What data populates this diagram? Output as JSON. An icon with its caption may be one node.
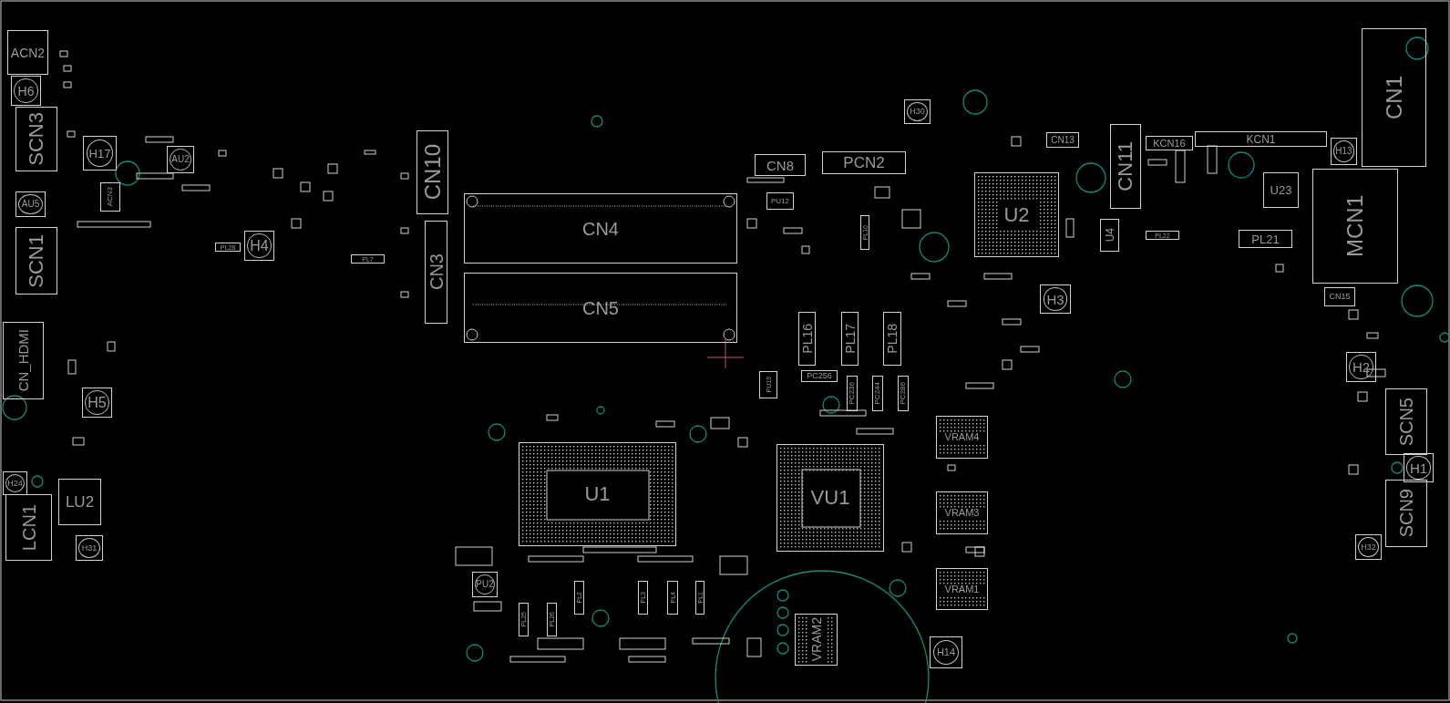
{
  "diagram": {
    "nodes": [
      {
        "text": [
          "ACN2"
        ]
      },
      {
        "text": [
          "H6"
        ]
      },
      {
        "text": [
          "SCN3"
        ]
      },
      {
        "text": [
          "H17"
        ]
      },
      {
        "text": [
          "AU2"
        ]
      },
      {
        "text": [
          "AU5"
        ]
      },
      {
        "text": [
          "ACN3"
        ]
      },
      {
        "text": [
          "SCN1"
        ]
      },
      {
        "text": [
          "H4"
        ]
      },
      {
        "text": [
          "PL28"
        ]
      },
      {
        "text": [
          "PL7"
        ]
      },
      {
        "text": [
          "CN10"
        ]
      },
      {
        "text": [
          "CN3"
        ]
      },
      {
        "text": [
          "CN_HDMI"
        ]
      },
      {
        "text": [
          "H5"
        ]
      },
      {
        "text": [
          "H24"
        ]
      },
      {
        "text": [
          "LCN1"
        ]
      },
      {
        "text": [
          "LU2"
        ]
      },
      {
        "text": [
          "H31"
        ]
      },
      {
        "text": [
          "CN4"
        ]
      },
      {
        "text": [
          "CN5"
        ]
      },
      {
        "text": [
          "H30"
        ]
      },
      {
        "text": [
          "CN8"
        ]
      },
      {
        "text": [
          "PCN2"
        ]
      },
      {
        "text": [
          "PU12"
        ]
      },
      {
        "text": [
          "PL10"
        ]
      },
      {
        "text": [
          "PL16"
        ]
      },
      {
        "text": [
          "PL17"
        ]
      },
      {
        "text": [
          "PL18"
        ]
      },
      {
        "text": [
          "PU13"
        ]
      },
      {
        "text": [
          "PC256"
        ]
      },
      {
        "text": [
          "PC236"
        ]
      },
      {
        "text": [
          "PC244"
        ]
      },
      {
        "text": [
          "PC286"
        ]
      },
      {
        "text": [
          "U1"
        ]
      },
      {
        "text": [
          "VU1"
        ]
      },
      {
        "text": [
          "PU2"
        ]
      },
      {
        "text": [
          "PL2"
        ]
      },
      {
        "text": [
          "PL3"
        ]
      },
      {
        "text": [
          "PL4"
        ]
      },
      {
        "text": [
          "PL1"
        ]
      },
      {
        "text": [
          "PL25"
        ]
      },
      {
        "text": [
          "PL26"
        ]
      },
      {
        "text": [
          "VRAM2"
        ]
      },
      {
        "text": [
          "VRAM4"
        ]
      },
      {
        "text": [
          "VRAM3"
        ]
      },
      {
        "text": [
          "VRAM1"
        ]
      },
      {
        "text": [
          "H14"
        ]
      },
      {
        "text": [
          "CN13"
        ]
      },
      {
        "text": [
          "U2"
        ]
      },
      {
        "text": [
          "CN11"
        ]
      },
      {
        "text": [
          "KCN16"
        ]
      },
      {
        "text": [
          "KCN1"
        ]
      },
      {
        "text": [
          "U4"
        ]
      },
      {
        "text": [
          "PL22"
        ]
      },
      {
        "text": [
          "U23"
        ]
      },
      {
        "text": [
          "PL21"
        ]
      },
      {
        "text": [
          "H3"
        ]
      },
      {
        "text": [
          "CN15"
        ]
      },
      {
        "text": [
          "H13"
        ]
      },
      {
        "text": [
          "CN1"
        ]
      },
      {
        "text": [
          "MCN1"
        ]
      },
      {
        "text": [
          "H2"
        ]
      },
      {
        "text": [
          "SCN5"
        ]
      },
      {
        "text": [
          "H1"
        ]
      },
      {
        "text": [
          "SCN9"
        ]
      },
      {
        "text": [
          "H32"
        ]
      }
    ]
  }
}
